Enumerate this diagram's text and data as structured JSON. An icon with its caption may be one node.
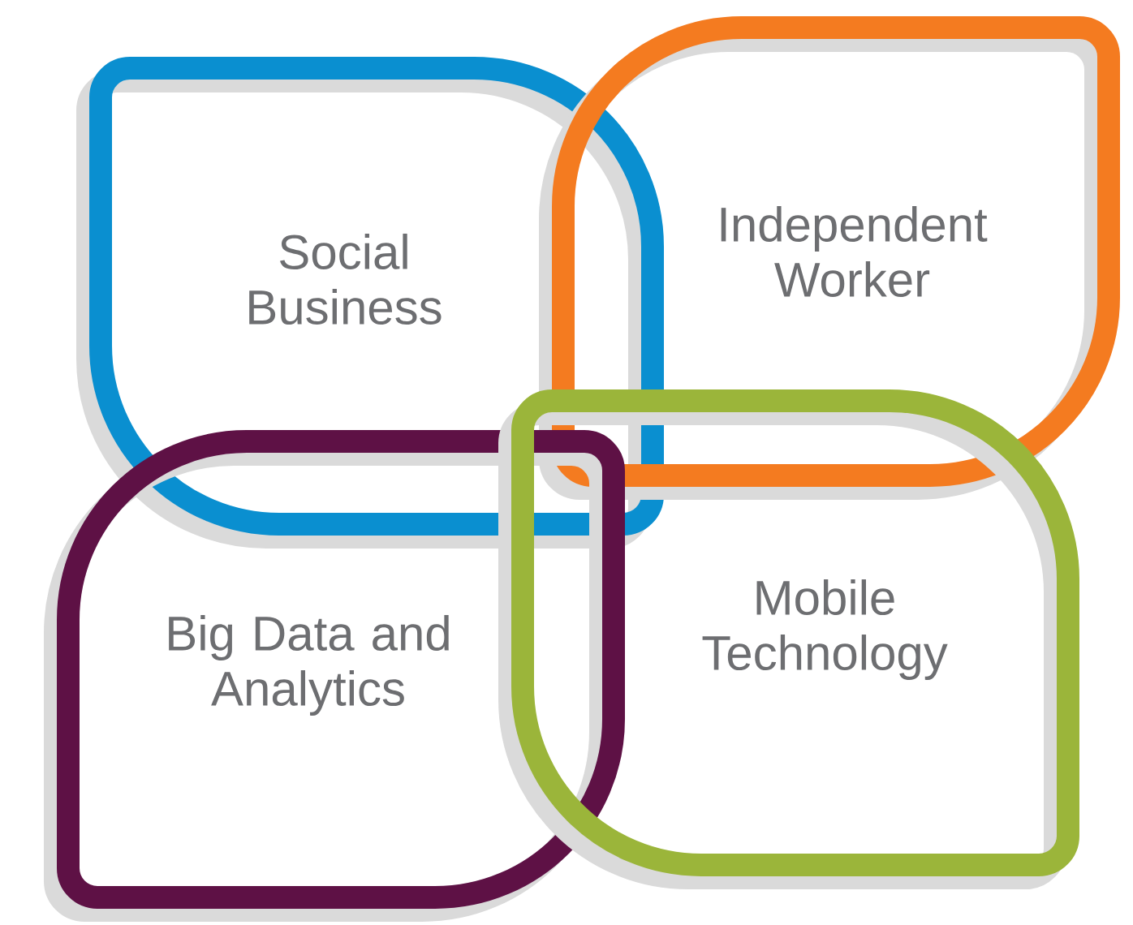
{
  "diagram": {
    "nodes": [
      {
        "text": [
          "Social Business"
        ]
      },
      {
        "text": [
          "Independent Worker"
        ]
      },
      {
        "text": [
          "Big Data and Analytics"
        ]
      },
      {
        "text": [
          "Mobile Technology"
        ]
      }
    ]
  }
}
